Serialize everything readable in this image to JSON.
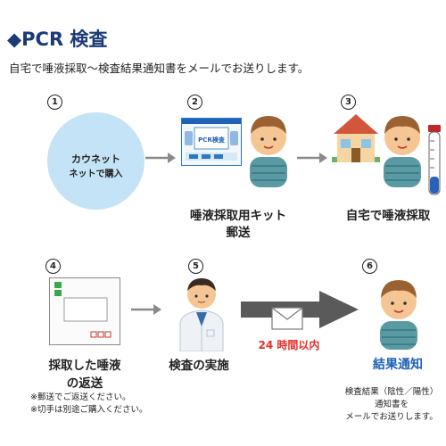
{
  "header": {
    "title": "◆PCR 検査",
    "subtitle": "自宅で唾液採取〜検査結果通知書をメールでお送りします。"
  },
  "steps": [
    {
      "num": "1",
      "circle_line1": "カウネット",
      "circle_line2": "ネットで購入"
    },
    {
      "num": "2",
      "caption_line1": "唾液採取用キット",
      "caption_line2": "郵送",
      "kit_label": "PCR検査"
    },
    {
      "num": "3",
      "caption": "自宅で唾液採取"
    },
    {
      "num": "4",
      "caption_line1": "採取した唾液",
      "caption_line2": "の返送",
      "note1": "※郵送でご返送ください。",
      "note2": "※切手は別途ご購入ください。"
    },
    {
      "num": "5",
      "caption": "検査の実施"
    },
    {
      "num": "6",
      "caption": "結果通知",
      "note1": "検査結果（陰性／陽性）",
      "note2": "通知書を",
      "note3": "メールでお送りします。"
    }
  ],
  "arrow_label": "24 時間以内",
  "colors": {
    "title": "#1c3a78",
    "circle": "#c4e3f6",
    "accent_red": "#e53027",
    "accent_blue": "#1f62b8"
  }
}
